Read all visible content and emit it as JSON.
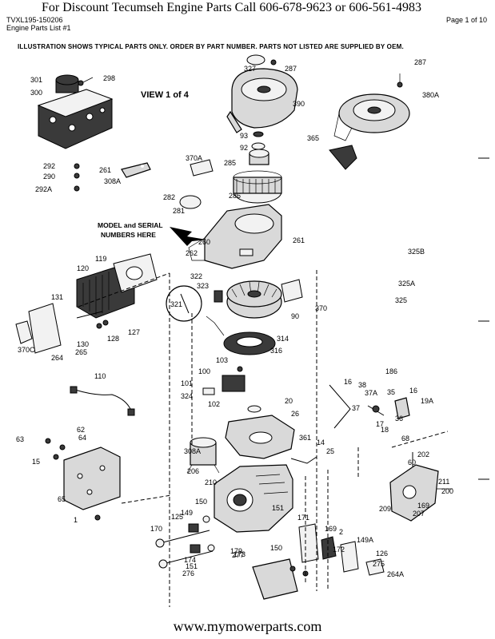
{
  "header": {
    "title": "For  Discount Tecumseh Engine Parts Call 606-678-9623 or 606-561-4983",
    "code": "TVXL195-150206",
    "list": "Engine Parts List #1",
    "page": "Page 1 of 10"
  },
  "notice": "ILLUSTRATION SHOWS TYPICAL PARTS ONLY. ORDER BY PART NUMBER. PARTS NOT LISTED ARE SUPPLIED BY OEM.",
  "view_label": "VIEW 1 of 4",
  "model_note": [
    "MODEL and SERIAL",
    "NUMBERS HERE"
  ],
  "callouts": [
    "301",
    "298",
    "300",
    "327",
    "287",
    "390",
    "287",
    "380A",
    "93",
    "92",
    "285",
    "365",
    "370A",
    "261",
    "308A",
    "292",
    "290",
    "292A",
    "282",
    "286",
    "281",
    "260",
    "262",
    "261",
    "325B",
    "119",
    "120",
    "322",
    "323",
    "321",
    "370",
    "325A",
    "325",
    "90",
    "131",
    "370C",
    "264",
    "265",
    "130",
    "128",
    "127",
    "314",
    "316",
    "103",
    "100",
    "101",
    "102",
    "324",
    "110",
    "20",
    "26",
    "16",
    "38",
    "186",
    "37A",
    "35",
    "16",
    "19A",
    "37",
    "17",
    "36",
    "18",
    "68",
    "62",
    "63",
    "64",
    "15",
    "14",
    "25",
    "361",
    "308A",
    "206",
    "202",
    "60",
    "65",
    "1",
    "210",
    "211",
    "200",
    "209",
    "207",
    "169",
    "151",
    "150",
    "149",
    "125",
    "170",
    "171",
    "169",
    "172",
    "2",
    "149A",
    "150",
    "151",
    "179",
    "174",
    "173",
    "126",
    "275",
    "264A",
    "276",
    "277"
  ],
  "footer": "www.mymowerparts.com"
}
